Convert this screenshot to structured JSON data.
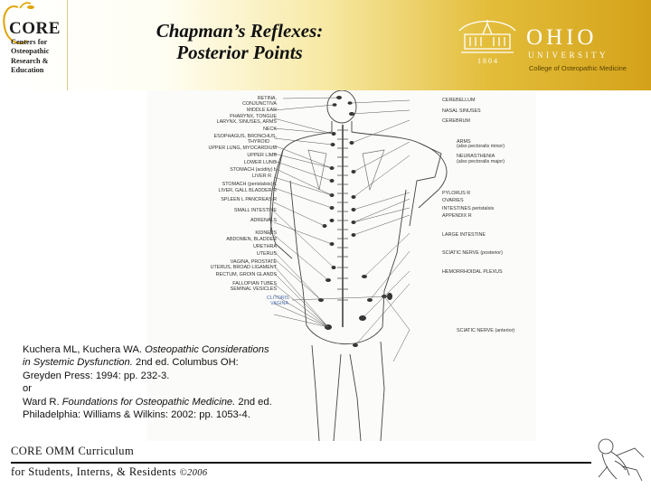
{
  "core_logo": {
    "word": "CORE",
    "lines": [
      "Centers for",
      "Osteopathic",
      "Research &",
      "Education"
    ]
  },
  "title": {
    "line1": "Chapman’s Reflexes:",
    "line2": "Posterior Points"
  },
  "ohio_logo": {
    "year": "1 8 0 4",
    "name": "OHIO",
    "sub": "UNIVERSITY",
    "college": "College of Osteopathic Medicine"
  },
  "figure": {
    "left_labels": [
      "RETINA,",
      "CONJUNCTIVA",
      "MIDDLE EAR",
      "PHARYNX, TONGUE",
      "LARYNX, SINUSES, ARMS",
      "NECK",
      "ESOPHAGUS, BRONCHUS,",
      "THYROID",
      "UPPER LUNG, MYOCARDIUM",
      "UPPER LIMB",
      "LOWER LUNG",
      "STOMACH (acidity)  L",
      "LIVER  R",
      "STOMACH (peristalsis)  L",
      "LIVER, GALL BLADDER  R",
      "SPLEEN  L    PANCREAS  R",
      "SMALL INTESTINE",
      "ADRENALS",
      "KIDNEYS",
      "ABDOMEN, BLADDER",
      "URETHRA",
      "UTERUS",
      "VAGINA, PROSTATE",
      "UTERUS, BROAD LIGAMENT",
      "RECTUM, GROIN GLANDS",
      "FALLOPIAN TUBES",
      "SEMINAL VESICLES",
      "CLITORIS",
      "VAGINA"
    ],
    "right_labels": [
      "CEREBELLUM",
      "NASAL SINUSES",
      "CEREBRUM",
      "ARMS",
      "(also pectoralis minor)",
      "NEURASTHENIA",
      "(also pectoralis major)",
      "PYLORUS  R",
      "OVARIES",
      "INTESTINES    peristalsis",
      "APPENDIX  R",
      "LARGE INTESTINE",
      "SCIATIC NERVE (posterior)",
      "HEMORRHOIDAL PLEXUS",
      "SCIATIC NERVE (anterior)"
    ]
  },
  "citation": {
    "line1_pre": "Kuchera ML, Kuchera WA. ",
    "line1_em": "Osteopathic Considerations",
    "line2_em": "in Systemic Dysfunction.",
    "line2_post": " 2nd ed. Columbus OH:",
    "line3": "Greyden Press: 1994:  pp. 232-3.",
    "line4": "or",
    "line5_pre": "Ward R. ",
    "line5_em": "Foundations for Osteopathic Medicine.",
    "line5_post": " 2nd ed.",
    "line6": "Philadelphia: Williams & Wilkins: 2002:  pp. 1053-4."
  },
  "footer": {
    "line1": "CORE OMM Curriculum",
    "line2": "for Students, Interns, & Residents ",
    "copyright": "©2006"
  },
  "colors": {
    "gold": "#d4a21a",
    "ink": "#111111"
  }
}
